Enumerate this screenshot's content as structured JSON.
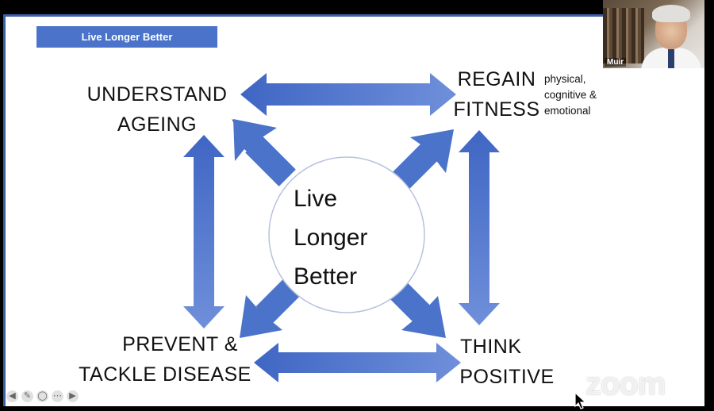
{
  "slide": {
    "title": "Live Longer Better",
    "center": [
      "Live",
      "Longer",
      "Better"
    ],
    "nodes": {
      "top_left": [
        "UNDERSTAND",
        "AGEING"
      ],
      "top_right": [
        "REGAIN",
        "FITNESS"
      ],
      "top_right_note": [
        "physical,",
        "cognitive &",
        "emotional"
      ],
      "bottom_left": [
        "PREVENT &",
        "TACKLE DISEASE"
      ],
      "bottom_right": [
        "THINK",
        "POSITIVE"
      ]
    },
    "arrow_color": "#4a73c9"
  },
  "webcam": {
    "name": "Muir"
  },
  "watermark": "zoom",
  "toolbar": {
    "icons": [
      "arrow-left-icon",
      "pen-icon",
      "circle-icon",
      "more-icon",
      "arrow-right-icon"
    ],
    "glyphs": [
      "◀",
      "✎",
      "◯",
      "⋯",
      "▶"
    ]
  }
}
